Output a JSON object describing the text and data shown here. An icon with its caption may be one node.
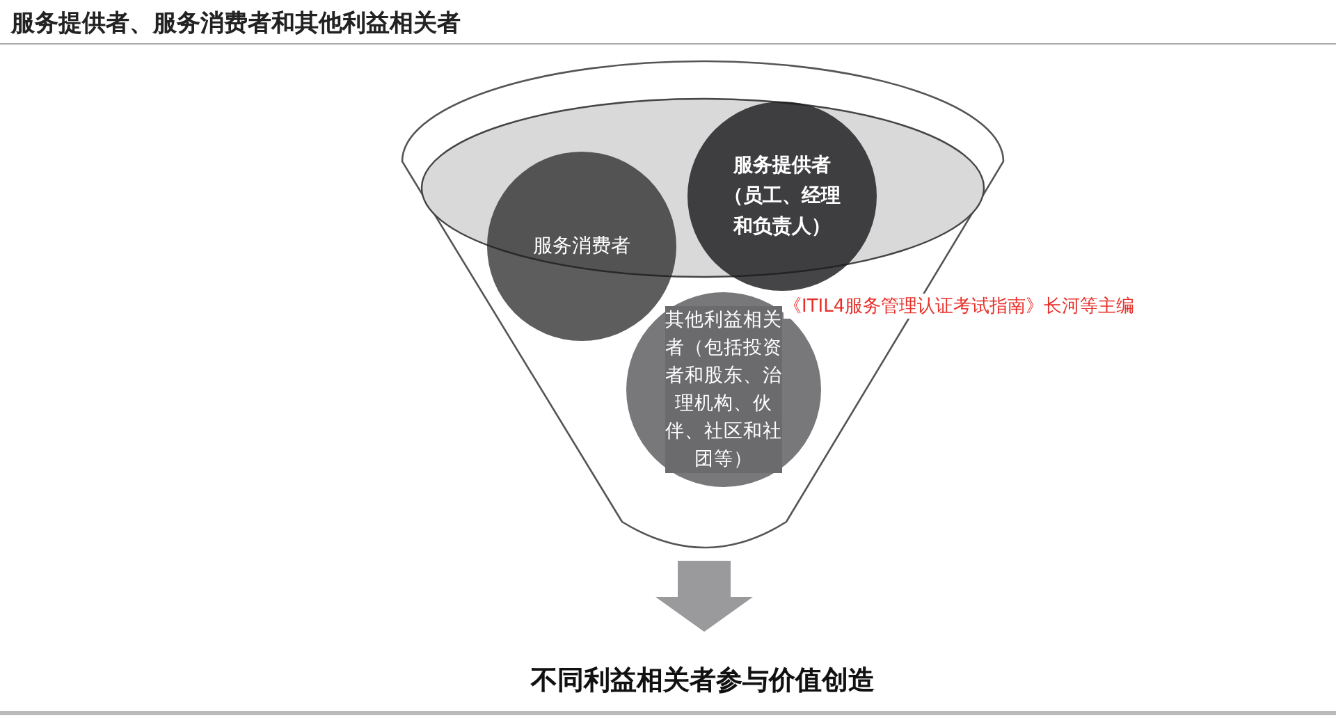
{
  "diagram": {
    "title": "服务提供者、服务消费者和其他利益相关者",
    "nodes": [
      {
        "text": [],
        "shape": "funnel"
      },
      {
        "text": [
          "服务提供者（员工、经理和负责人）"
        ],
        "in": 0
      },
      {
        "text": [
          "服务消费者"
        ],
        "in": 0
      },
      {
        "text": [
          "其他利益相关者（包括投资者和股东、治理机构、伙伴、社区和社团等）"
        ],
        "in": 0
      },
      {
        "text": [
          "不同利益相关者参与价值创造"
        ]
      }
    ],
    "edges": [
      {
        "from": 0,
        "to": 4,
        "arrow": "to",
        "style": "thick"
      }
    ],
    "labels": [
      "《ITIL4服务管理认证考试指南》长河等主编"
    ]
  }
}
